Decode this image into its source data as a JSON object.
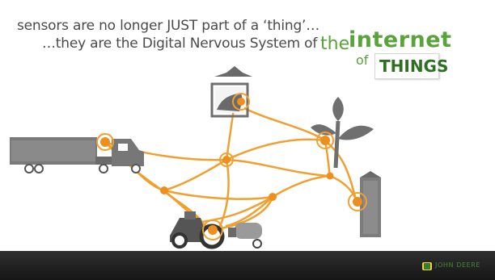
{
  "slide": {
    "headline_line1": "sensors are no longer JUST part of a ‘thing’…",
    "headline_line2": "…they are the Digital Nervous System of"
  },
  "logo": {
    "the": "the",
    "internet": "internet",
    "of": "of",
    "things": "THINGS"
  },
  "footer": {
    "brand": "JOHN DEERE"
  },
  "colors": {
    "network_orange": "#f0a030",
    "node_orange": "#ec8f1e",
    "icon_gray": "#6f6f6f",
    "logo_green": "#5aa33a",
    "footer_bg": "#1e1e1e"
  },
  "icons": [
    "truck-icon",
    "tractor-sprayer-icon",
    "livestock-frame-icon",
    "plant-icon",
    "silo-icon",
    "john-deere-logo-icon"
  ]
}
